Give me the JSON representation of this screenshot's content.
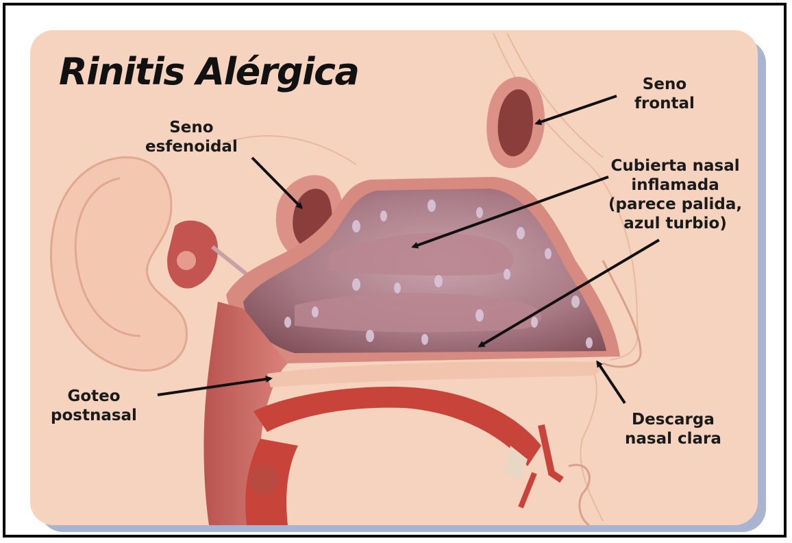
{
  "title": "Rinitis Alérgica",
  "labels": {
    "seno_frontal": [
      "Seno",
      "frontal"
    ],
    "seno_esfenoidal": [
      "Seno",
      "esfenoidal"
    ],
    "cubierta_nasal": [
      "Cubierta nasal",
      "inflamada",
      "(parece palida,",
      "azul turbio)"
    ],
    "goteo_postnasal": [
      "Goteo",
      "postnasal"
    ],
    "descarga_nasal": [
      "Descarga",
      "nasal clara"
    ]
  },
  "colors": {
    "card": "#f6d3be",
    "card_shadow": "#a8b4d0",
    "skin_outline": "#e9bda4",
    "mucosa": "#c98a86",
    "cavity": "#9c5a5a",
    "artery": "#c8443a",
    "text": "#1a1a1a"
  }
}
